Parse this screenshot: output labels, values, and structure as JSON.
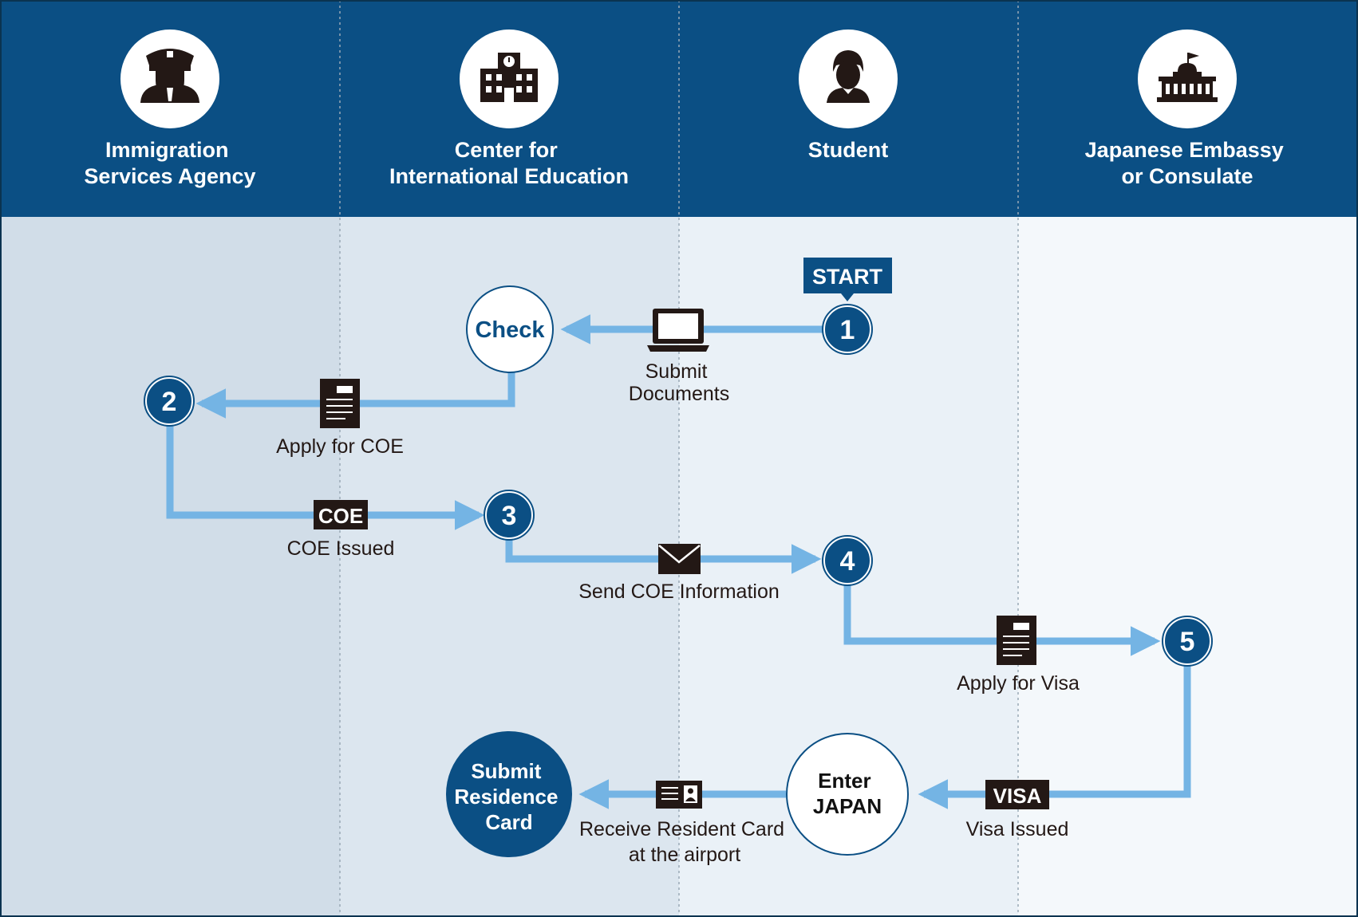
{
  "colors": {
    "header": "#0b4f84",
    "lane1": "#d1dde8",
    "lane2": "#dce6ef",
    "lane3": "#eaf1f7",
    "lane4": "#f4f8fb",
    "arrow": "#74b4e4",
    "dark": "#231815",
    "white": "#ffffff"
  },
  "lanes": [
    {
      "icon": "police-officer-icon",
      "title_lines": [
        "Immigration",
        "Services Agency"
      ]
    },
    {
      "icon": "school-building-icon",
      "title_lines": [
        "Center for",
        "International Education"
      ]
    },
    {
      "icon": "student-person-icon",
      "title_lines": [
        "Student"
      ]
    },
    {
      "icon": "embassy-building-icon",
      "title_lines": [
        "Japanese Embassy",
        "or Consulate"
      ]
    }
  ],
  "start_tag": "START",
  "steps": [
    "1",
    "2",
    "3",
    "4",
    "5"
  ],
  "nodes": {
    "check": "Check",
    "enter_japan": [
      "Enter",
      "JAPAN"
    ],
    "submit_residence_card": [
      "Submit",
      "Residence",
      "Card"
    ]
  },
  "tags": {
    "coe": "COE",
    "visa": "VISA"
  },
  "labels": {
    "submit_documents": [
      "Submit",
      "Documents"
    ],
    "apply_for_coe": "Apply for COE",
    "coe_issued": "COE Issued",
    "send_coe_information": "Send COE Information",
    "apply_for_visa": "Apply for Visa",
    "visa_issued": "Visa Issued",
    "receive_resident_card": [
      "Receive Resident Card",
      "at the airport"
    ]
  }
}
